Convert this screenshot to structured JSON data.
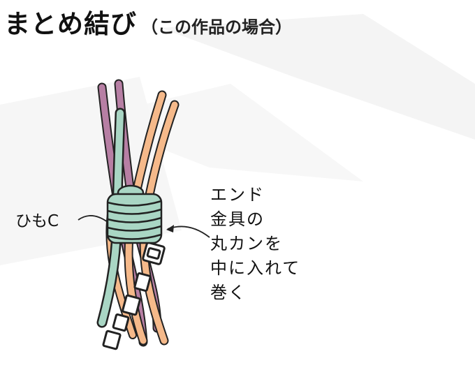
{
  "header": {
    "title": "まとめ結び",
    "subtitle": "（この作品の場合）"
  },
  "labels": {
    "cord_c": "ひもC",
    "note_lines": [
      "エンド",
      "金具の",
      "丸カンを",
      "中に入れて",
      "巻く"
    ]
  },
  "colors": {
    "cord_c_fill": "#a9d6c4",
    "purple_cord": "#b77fa4",
    "orange_cord": "#f5b98a",
    "metal_fitting": "#ffffff",
    "outline": "#222222"
  }
}
